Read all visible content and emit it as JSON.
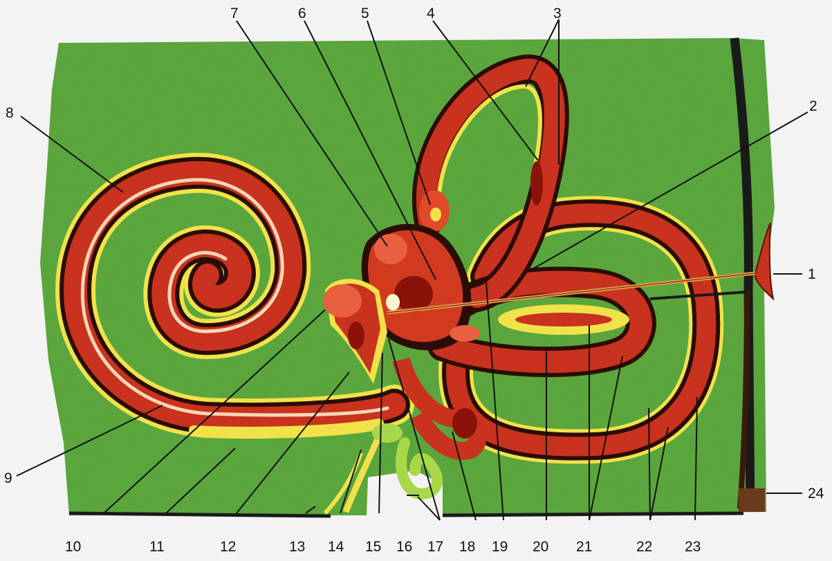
{
  "diagram": {
    "colors": {
      "background": "#f3f3f3",
      "tissue": "#58a83c",
      "membranous": "#c8321e",
      "perilymph": "#f1e24a",
      "wall": "#1a1a1a"
    },
    "labels": [
      "1",
      "2",
      "3",
      "4",
      "5",
      "6",
      "7",
      "8",
      "9",
      "10",
      "11",
      "12",
      "13",
      "14",
      "15",
      "16",
      "17",
      "18",
      "19",
      "20",
      "21",
      "22",
      "23",
      "24"
    ]
  }
}
